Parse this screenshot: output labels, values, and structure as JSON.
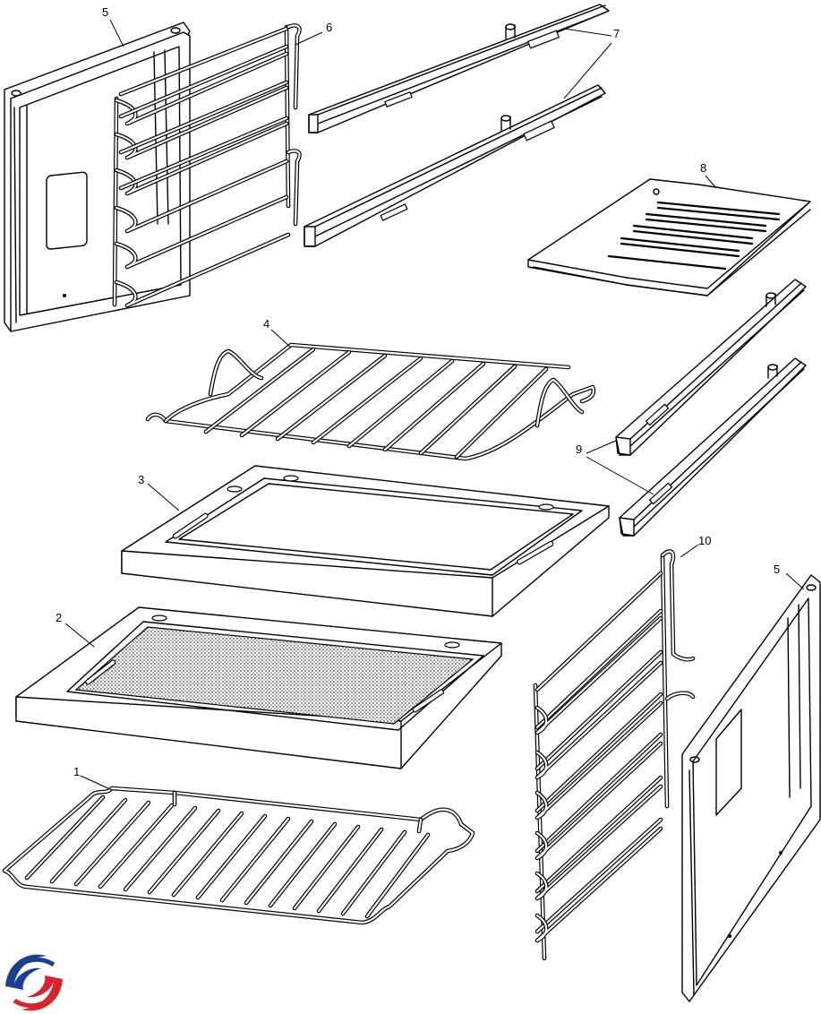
{
  "callouts": [
    {
      "id": "label-1",
      "text": "1"
    },
    {
      "id": "label-2",
      "text": "2"
    },
    {
      "id": "label-3",
      "text": "3"
    },
    {
      "id": "label-4",
      "text": "4"
    },
    {
      "id": "label-5-left",
      "text": "5"
    },
    {
      "id": "label-5-right",
      "text": "5"
    },
    {
      "id": "label-6",
      "text": "6"
    },
    {
      "id": "label-7",
      "text": "7"
    },
    {
      "id": "label-8",
      "text": "8"
    },
    {
      "id": "label-9",
      "text": "9"
    },
    {
      "id": "label-10",
      "text": "10"
    }
  ],
  "logo": {
    "name": "brand-swirl-logo",
    "colors": [
      "#1d3f8f",
      "#d6262c"
    ]
  }
}
